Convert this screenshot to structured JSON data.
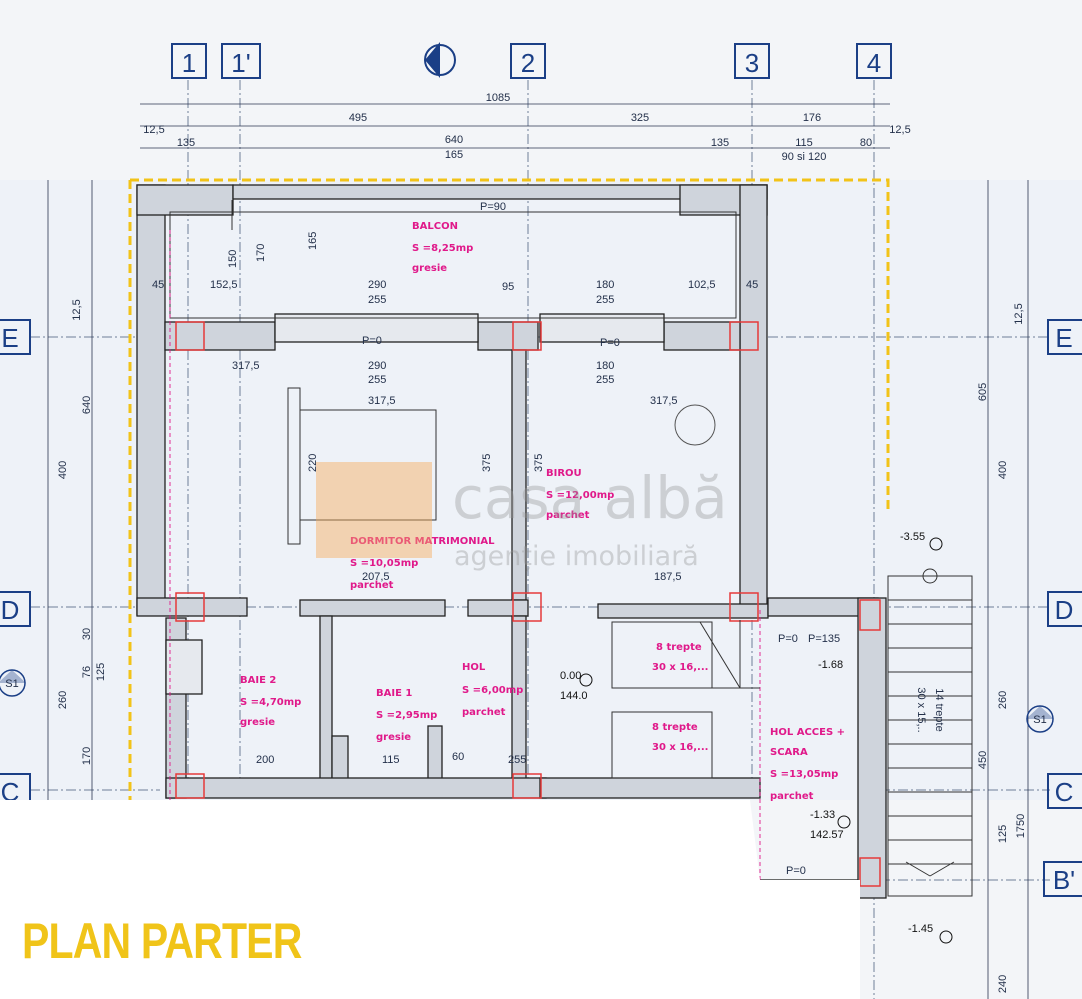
{
  "title": "PLAN PARTER",
  "watermark": {
    "brand": "casa albă",
    "subtitle": "agenție imobiliară"
  },
  "grid_axes": {
    "columns": [
      "1",
      "1'",
      "2",
      "3",
      "4"
    ],
    "rows": [
      "E",
      "D",
      "C",
      "B'"
    ]
  },
  "rooms": [
    {
      "name": "BALCON",
      "area": "S =8,25mp",
      "finish": "gresie"
    },
    {
      "name": "BIROU",
      "area": "S =12,00mp",
      "finish": "parchet"
    },
    {
      "name": "DORMITOR MATRIMONIAL",
      "area": "S =10,05mp",
      "finish": "parchet"
    },
    {
      "name": "BAIE 2",
      "area": "S =4,70mp",
      "finish": "gresie"
    },
    {
      "name": "BAIE 1",
      "area": "S =2,95mp",
      "finish": "gresie"
    },
    {
      "name": "HOL",
      "area": "S =6,00mp",
      "finish": "parchet"
    },
    {
      "name": "HOL ACCES +",
      "name2": "SCARA",
      "area": "S =13,05mp",
      "finish": "parchet"
    }
  ],
  "stairs": [
    {
      "label": "8 trepte",
      "size": "30 x 16,..."
    },
    {
      "label": "8 trepte",
      "size": "30 x 16,..."
    },
    {
      "label": "14 trepte",
      "size": "30 x 15,.."
    }
  ],
  "levels": [
    "0.00",
    "144.0",
    "-3.55",
    "-1.68",
    "-1.33",
    "142.57",
    "-1.45"
  ],
  "top_dims": {
    "overall": "1085",
    "seg": [
      "495",
      "325",
      "176"
    ],
    "edge": [
      "12,5",
      "12,5"
    ],
    "small": [
      "135",
      "640",
      "165",
      "135",
      "115",
      "80",
      "90 si 120"
    ]
  },
  "side_dims": {
    "left": [
      "12,5",
      "640",
      "400",
      "30",
      "76",
      "125",
      "260",
      "170"
    ],
    "right": [
      "12,5",
      "605",
      "400",
      "260",
      "450",
      "125",
      "1750",
      "240"
    ]
  },
  "inner_dims": [
    "45",
    "152,5",
    "150",
    "170",
    "165",
    "290",
    "255",
    "95",
    "180",
    "255",
    "102,5",
    "45",
    "317,5",
    "290",
    "255",
    "180",
    "255",
    "317,5",
    "220",
    "375",
    "375",
    "207,5",
    "187,5",
    "200",
    "115",
    "255"
  ],
  "misc": [
    "P=90",
    "P=0",
    "P=0",
    "P=0",
    "P=135",
    "P=0",
    "S1",
    "S1",
    "60"
  ]
}
